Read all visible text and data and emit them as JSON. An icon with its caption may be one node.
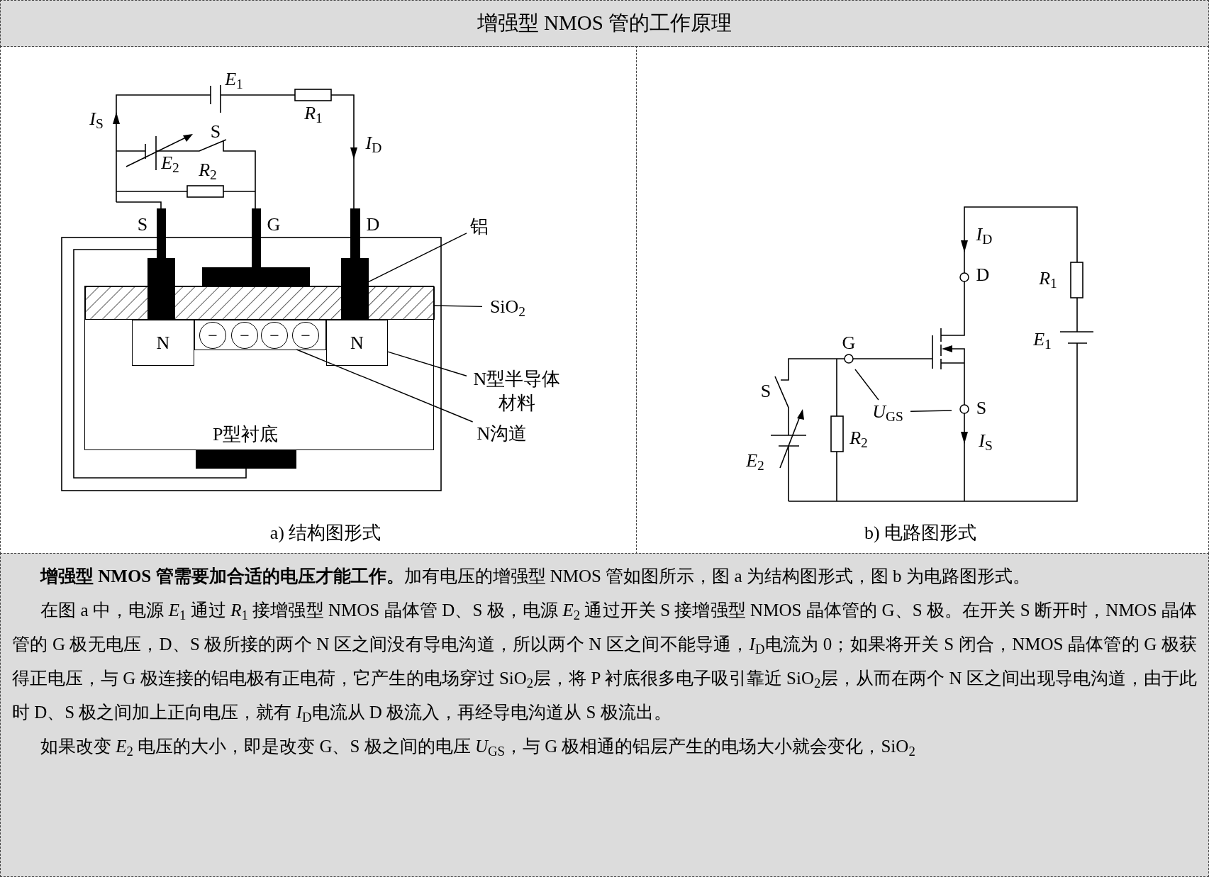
{
  "diagram": {
    "title": "增强型 NMOS 管的工作原理",
    "nodes": [
      {
        "text": [
          "P型衬底"
        ]
      },
      {
        "text": [
          "N"
        ],
        "in": 0
      },
      {
        "text": [
          "N"
        ],
        "in": 0
      },
      {
        "text": [],
        "shape": "box",
        "in": 0
      },
      {
        "text": [
          "−"
        ],
        "in": 3
      },
      {
        "text": [
          "−"
        ],
        "in": 3
      },
      {
        "text": [
          "−"
        ],
        "in": 3
      },
      {
        "text": [
          "−"
        ],
        "in": 3
      },
      {
        "text": [],
        "shape": "box",
        "in": 0
      },
      {
        "text": [],
        "shape": "bar"
      },
      {
        "text": [
          "铝"
        ]
      },
      {
        "text": [
          "SiO$_{2}$"
        ]
      },
      {
        "text": [
          "N型半导体材料"
        ]
      },
      {
        "text": [
          "N沟道"
        ]
      },
      {
        "text": [
          "*U*$_{GS}$"
        ]
      }
    ],
    "edges": [
      {
        "from": 10,
        "to": 9,
        "arrow": "none"
      },
      {
        "from": 11,
        "to": 8,
        "arrow": "none"
      },
      {
        "from": 12,
        "to": 2,
        "arrow": "none"
      },
      {
        "from": 13,
        "to": 3,
        "arrow": "none"
      },
      {
        "from": 14,
        "to": null,
        "arrow": "none"
      },
      {
        "from": 14,
        "to": null,
        "arrow": "none"
      }
    ],
    "labels": [
      "*E*$_{1}$",
      "*R*$_{1}$",
      "*I*$_{S}$",
      "*I*$_{D}$",
      "S",
      "*E*$_{2}$",
      "*R*$_{2}$",
      "S",
      "G",
      "D",
      "a) 结构图形式",
      "*I*$_{D}$",
      "D",
      "*R*$_{1}$",
      "G",
      "*E*$_{1}$",
      "S",
      "S",
      "*I*$_{S}$",
      "*R*$_{2}$",
      "*E*$_{2}$",
      "b) 电路图形式",
      "**增强型 NMOS 管需要加合适的电压才能工作。**加有电压的增强型 NMOS 管如图所示，图 a 为结构图形式，图 b 为电路图形式。",
      "在图 a 中，电源 *E*$_{1}$ 通过 *R*$_{1}$ 接增强型 NMOS 晶体管 D、S 极，电源 *E*$_{2}$ 通过开关 S 接增强型 NMOS 晶体管的 G、S 极。在开关 S 断开时，NMOS 晶体管的 G 极无电压，D、S 极所接的两个 N 区之间没有导电沟道，所以两个 N 区之间不能导通，*I*$_{D}$电流为 0；如果将开关 S 闭合，NMOS 晶体管的 G 极获得正电压，与 G 极连接的铝电极有正电荷，它产生的电场穿过 SiO$_{2}$层，将 P 衬底很多电子吸引靠近 SiO$_{2}$层，从而在两个 N 区之间出现导电沟道，由于此时 D、S 极之间加上正向电压，就有 *I*$_{D}$电流从 D 极流入，再经导电沟道从 S 极流出。",
      "如果改变 *E*$_{2}$ 电压的大小，即是改变 G、S 极之间的电压 *U*$_{GS}$，与 G 极相通的铝层产生的电场大小就会变化，SiO$_{2}$"
    ]
  }
}
